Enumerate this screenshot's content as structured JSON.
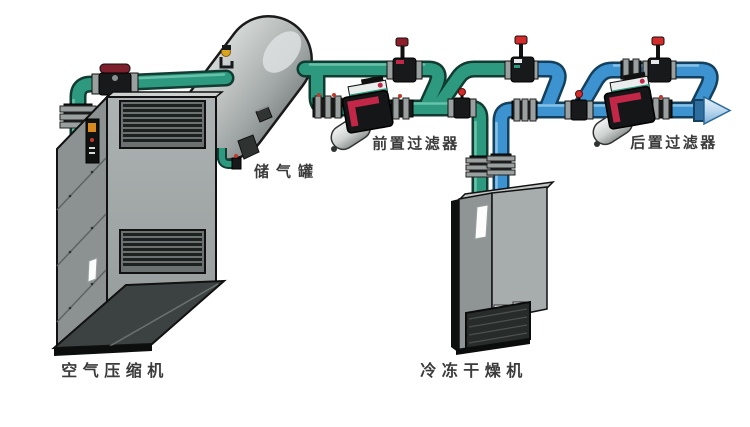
{
  "diagram": {
    "labels": {
      "compressor": "空气压缩机",
      "tank": "储气罐",
      "pre_filter": "前置过滤器",
      "dryer": "冷冻干燥机",
      "post_filter": "后置过滤器"
    },
    "colors": {
      "wet_air_pipe_green": "#2D9A80",
      "dry_air_pipe_blue": "#3D93CF",
      "pipe_outline_green": "#123C31",
      "pipe_outline_blue": "#14405F",
      "equipment_gray": "#A4AAA9",
      "filter_body_black": "#17191A",
      "filter_accent_red": "#C22747",
      "valve_cap_red": "#D42B2B",
      "safety_valve_gold": "#D9A41F",
      "flow_arrow_fill": "#C9E0F2",
      "background": "#FFFFFF",
      "label_text": "#3B3B3B"
    },
    "flow_direction": "left-to-right"
  }
}
